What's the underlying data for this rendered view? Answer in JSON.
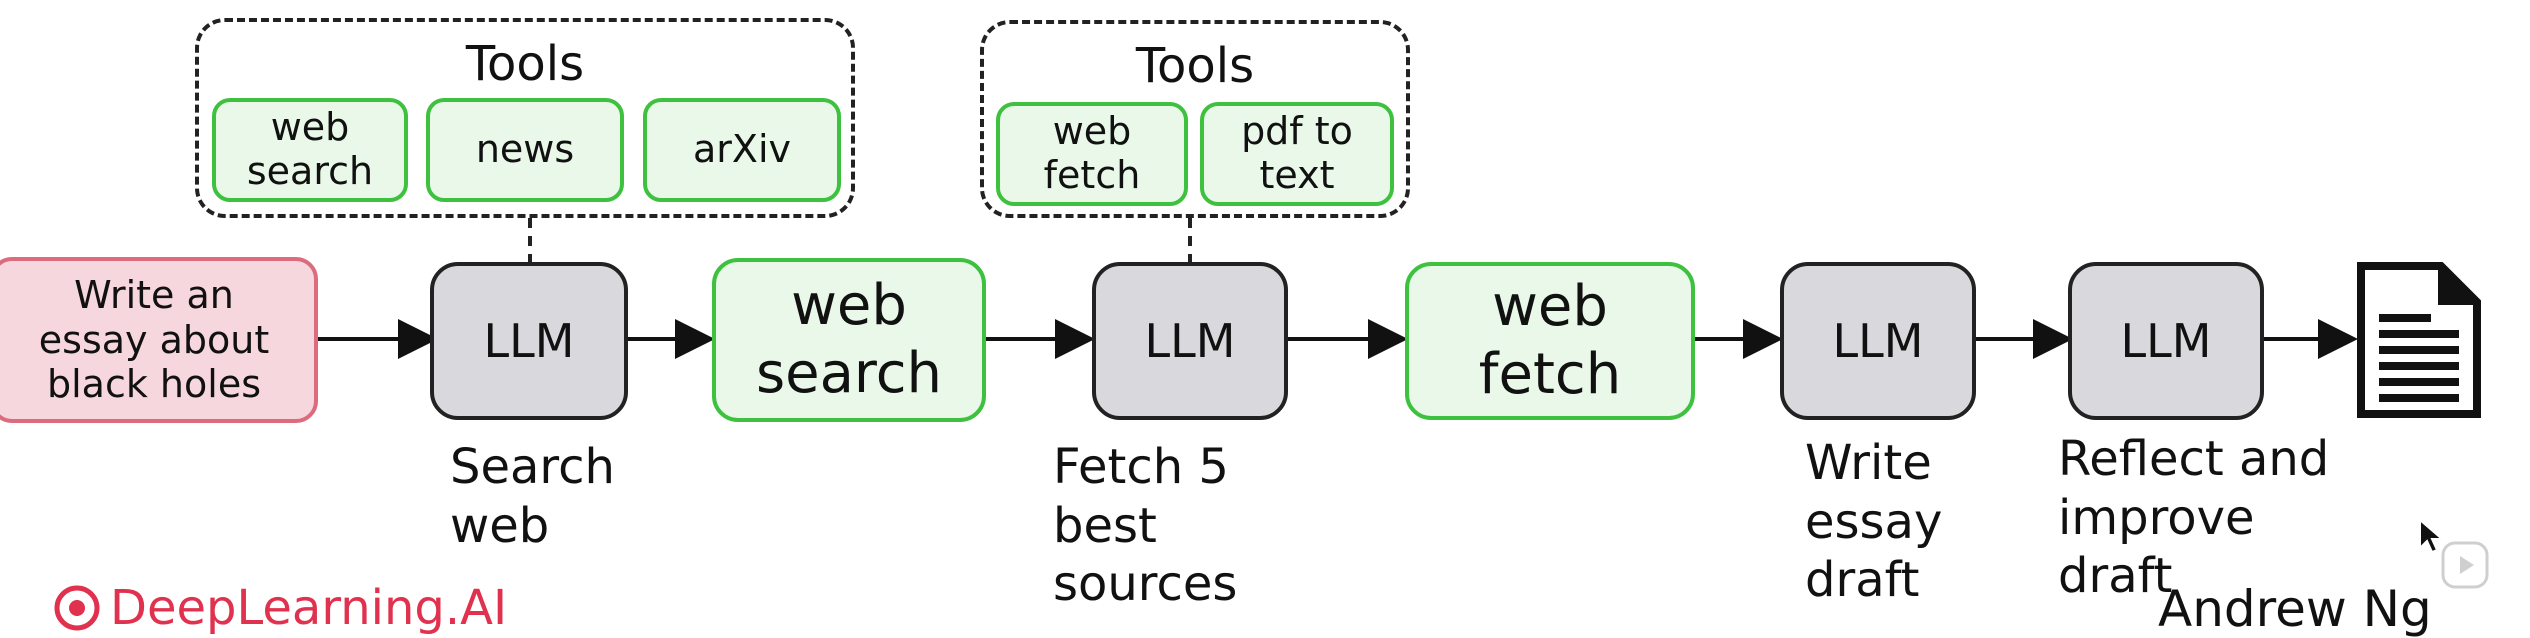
{
  "tool_groups": [
    {
      "title": "Tools",
      "tools": [
        "web\nsearch",
        "news",
        "arXiv"
      ]
    },
    {
      "title": "Tools",
      "tools": [
        "web\nfetch",
        "pdf to\ntext"
      ]
    }
  ],
  "nodes": {
    "input": "Write an\nessay about\nblack holes",
    "llm_label": "LLM",
    "web_search": "web\nsearch",
    "web_fetch": "web\nfetch"
  },
  "captions": {
    "search_web": "Search\nweb",
    "fetch_sources": "Fetch 5\nbest\nsources",
    "write_draft": "Write\nessay\ndraft",
    "reflect_improve": "Reflect and\nimprove\ndraft"
  },
  "output_icon": "document-icon",
  "footer": {
    "brand": "DeepLearning.AI",
    "author": "Andrew Ng"
  },
  "colors": {
    "tool_green_border": "#3ec13e",
    "tool_green_fill": "#e9f8e9",
    "input_pink_border": "#dc6b7e",
    "input_pink_fill": "#f7d7de",
    "llm_gray_fill": "#d9d9dd",
    "brand_red": "#e0314e"
  }
}
